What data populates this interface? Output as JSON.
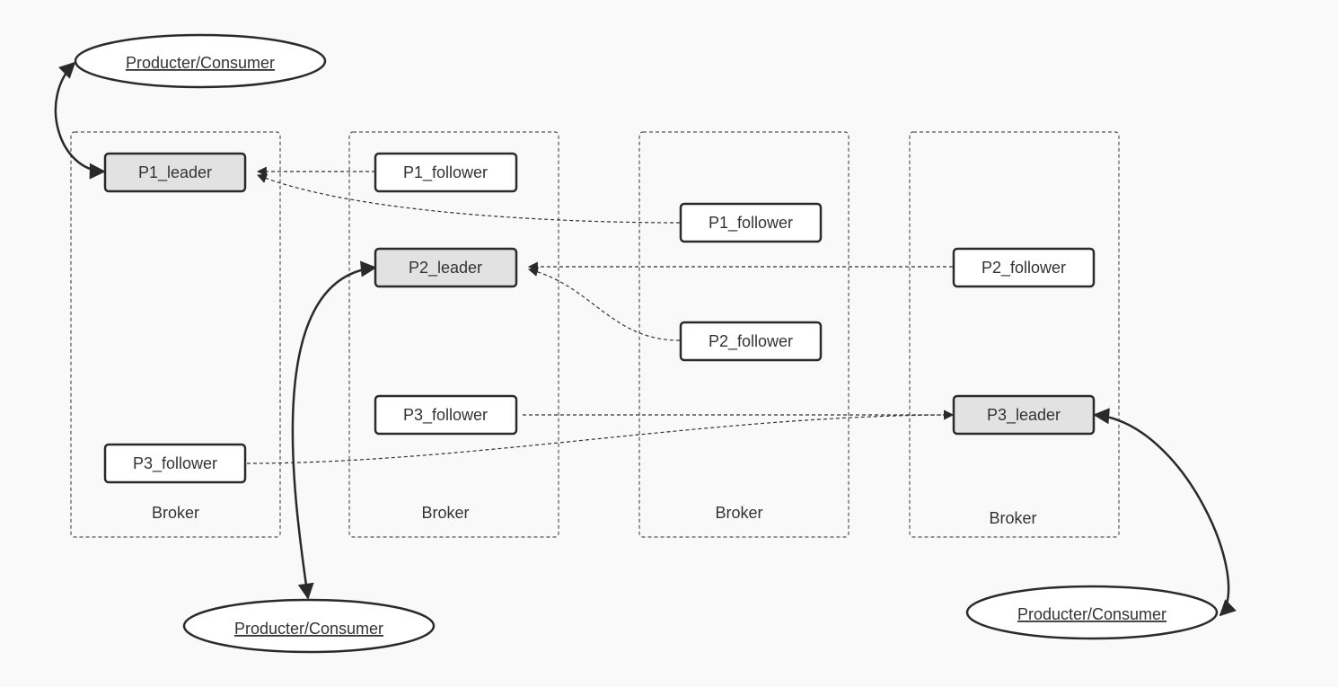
{
  "brokers": [
    {
      "label": "Broker"
    },
    {
      "label": "Broker"
    },
    {
      "label": "Broker"
    },
    {
      "label": "Broker"
    }
  ],
  "nodes": {
    "p1_leader": {
      "label": "P1_leader",
      "role": "leader"
    },
    "p1_follower_b2": {
      "label": "P1_follower",
      "role": "follower"
    },
    "p1_follower_b3": {
      "label": "P1_follower",
      "role": "follower"
    },
    "p2_leader": {
      "label": "P2_leader",
      "role": "leader"
    },
    "p2_follower_b3": {
      "label": "P2_follower",
      "role": "follower"
    },
    "p2_follower_b4": {
      "label": "P2_follower",
      "role": "follower"
    },
    "p3_leader": {
      "label": "P3_leader",
      "role": "leader"
    },
    "p3_follower_b1": {
      "label": "P3_follower",
      "role": "follower"
    },
    "p3_follower_b2": {
      "label": "P3_follower",
      "role": "follower"
    }
  },
  "clients": [
    {
      "label": "Producter/Consumer"
    },
    {
      "label": "Producter/Consumer"
    },
    {
      "label": "Producter/Consumer"
    }
  ],
  "colors": {
    "background": "#f9f9f9",
    "leader_fill": "#e2e2e2",
    "follower_fill": "#ffffff",
    "stroke": "#2a2a2a"
  }
}
